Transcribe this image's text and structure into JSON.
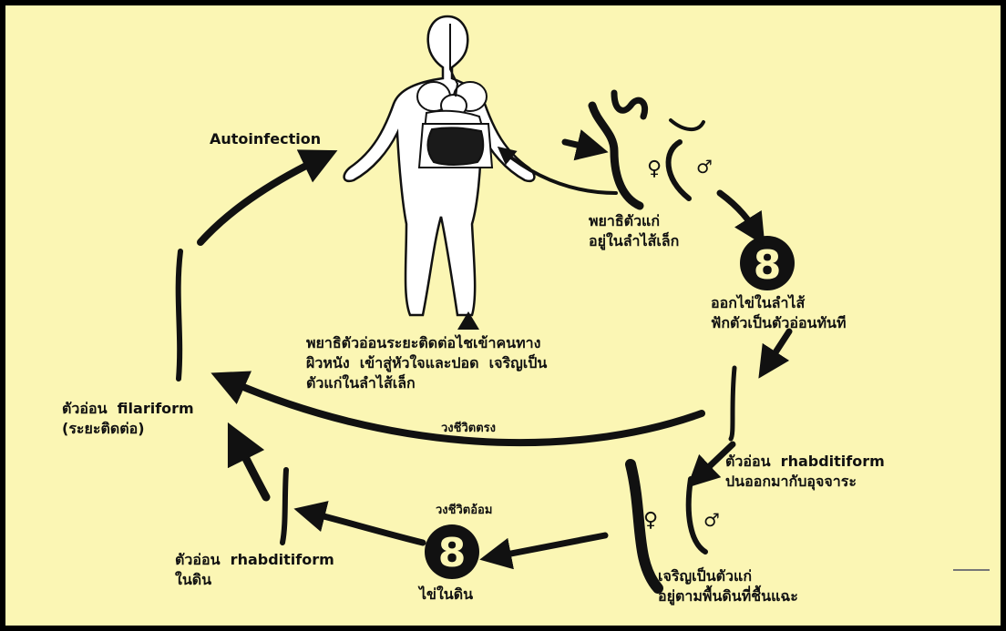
{
  "diagram": {
    "background": "#fbf6b4",
    "ink": "#111111",
    "labels": {
      "autoinfection": "Autoinfection",
      "adult_worm": "พยาธิตัวแก่\nอยู่ในลำไส้เล็ก",
      "egg_hatch": "ออกไข่ในลำไส้\nฟักตัวเป็นตัวอ่อนทันที",
      "filariform_infect": "พยาธิตัวอ่อนระยะติดต่อไชเข้าคนทาง\nผิวหนัง  เข้าสู่หัวใจและปอด  เจริญเป็น\nตัวแก่ในลำไส้เล็ก",
      "filariform_larva": "ตัวอ่อน  filariform\n(ระยะติดต่อ)",
      "direct_cycle": "วงชีวิตตรง",
      "rhabditiform_feces": "ตัวอ่อน  rhabditiform\nปนออกมากับอุจจาระ",
      "indirect_cycle": "วงชีวิตอ้อม",
      "rhabditiform_soil": "ตัวอ่อน  rhabditiform\nในดิน",
      "egg_soil": "ไข่ในดิน",
      "free_living_adult": "เจริญเป็นตัวแก่\nอยู่ตามพื้นดินที่ชื้นแฉะ",
      "female_symbol_top": "♀",
      "male_symbol_top": "♂",
      "female_symbol_bottom": "♀",
      "male_symbol_bottom": "♂"
    }
  }
}
